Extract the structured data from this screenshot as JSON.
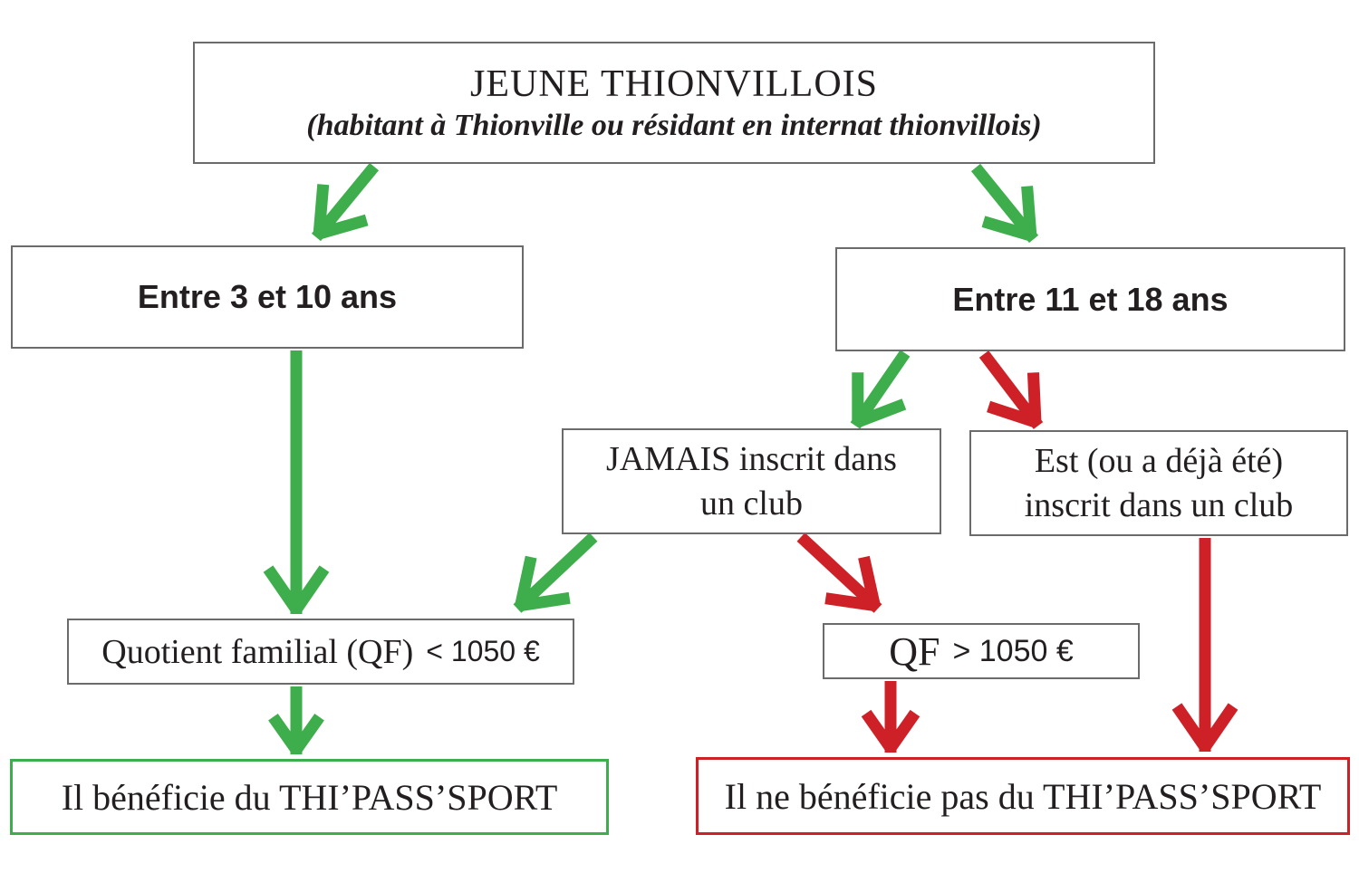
{
  "colors": {
    "eligible_green": "#3EAE4C",
    "ineligible_red": "#CE2127",
    "box_border": "#6B6B6B",
    "text": "#231F20"
  },
  "nodes": {
    "root": {
      "title": "JEUNE THIONVILLOIS",
      "subtitle": "(habitant à Thionville ou résidant en internat thionvillois)"
    },
    "age_3_10": {
      "label": "Entre 3 et 10 ans"
    },
    "age_11_18": {
      "label": "Entre 11 et 18 ans"
    },
    "never_club": {
      "label": "JAMAIS inscrit dans un club"
    },
    "already_club": {
      "label": "Est (ou a déjà été) inscrit dans un club"
    },
    "qf_low": {
      "label_main": "Quotient familial (QF)",
      "label_condition": "< 1050 €"
    },
    "qf_high": {
      "label_main": "QF",
      "label_condition": "> 1050 €"
    },
    "eligible": {
      "label": "Il bénéficie du THI’PASS’SPORT"
    },
    "not_eligible": {
      "label": "Il ne bénéficie pas du THI’PASS’SPORT"
    }
  },
  "edges": [
    {
      "from": "root",
      "to": "age_3_10",
      "color": "green"
    },
    {
      "from": "root",
      "to": "age_11_18",
      "color": "green"
    },
    {
      "from": "age_3_10",
      "to": "qf_low",
      "color": "green"
    },
    {
      "from": "age_11_18",
      "to": "never_club",
      "color": "green"
    },
    {
      "from": "age_11_18",
      "to": "already_club",
      "color": "red"
    },
    {
      "from": "never_club",
      "to": "qf_low",
      "color": "green"
    },
    {
      "from": "never_club",
      "to": "qf_high",
      "color": "red"
    },
    {
      "from": "qf_low",
      "to": "eligible",
      "color": "green"
    },
    {
      "from": "qf_high",
      "to": "not_eligible",
      "color": "red"
    },
    {
      "from": "already_club",
      "to": "not_eligible",
      "color": "red"
    }
  ]
}
